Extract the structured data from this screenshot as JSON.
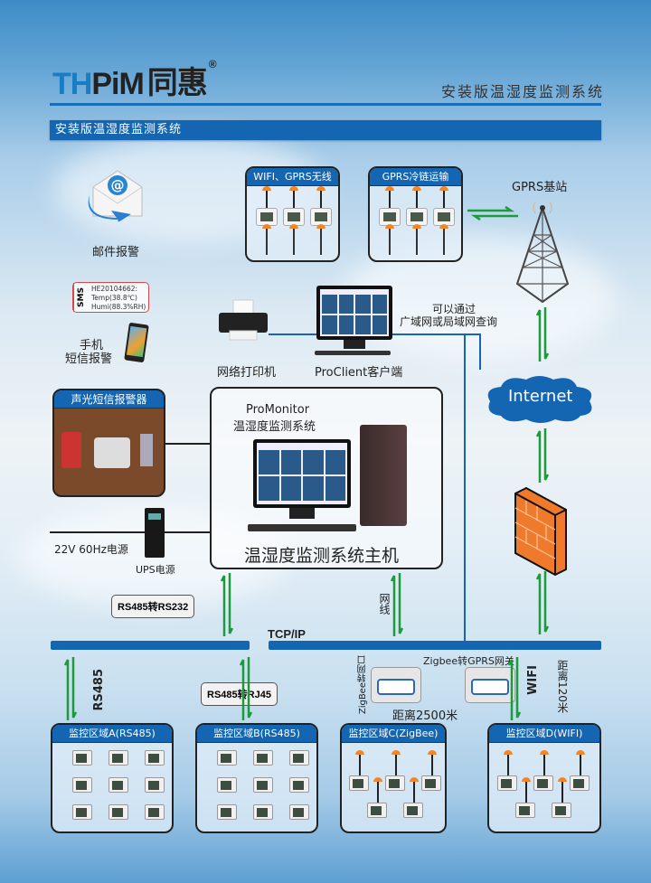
{
  "header": {
    "logo_latin_1": "TH",
    "logo_latin_2": "PiM",
    "logo_cn": "同惠",
    "registered_mark": "®",
    "subtitle": "安装版温湿度监测系统",
    "banner": "安装版温湿度监测系统"
  },
  "alerts": {
    "email_label": "邮件报警",
    "sms_tag": "SMS",
    "sms_lines": [
      "HE20104662:",
      "Temp(38.8℃)",
      "Humi(88.3%RH)"
    ],
    "phone_label_1": "手机",
    "phone_label_2": "短信报警",
    "alarm_box_title": "声光短信报警器"
  },
  "wireless": {
    "wifi_gprs_title": "WIFI、GPRS无线",
    "cold_chain_title": "GPRS冷链运输",
    "gprs_station": "GPRS基站"
  },
  "client": {
    "printer_label": "网络打印机",
    "proclient_label": "ProClient客户端",
    "wan_note_1": "可以通过",
    "wan_note_2": "广域网或局域网查询"
  },
  "host": {
    "software_name": "ProMonitor",
    "software_desc": "温湿度监测系统",
    "host_label": "温湿度监测系统主机",
    "power_label": "22V  60Hz电源",
    "ups_label": "UPS电源"
  },
  "network": {
    "internet": "Internet",
    "firewall_icon": "firewall",
    "rs485_rs232": "RS485转RS232",
    "tcpip": "TCP/IP",
    "cable": "网线",
    "rs485": "RS485",
    "rs485_rj45": "RS485转RJ45",
    "zigbee_eth": "ZigBee转网口",
    "zigbee_gprs": "Zigbee转GPRS网关",
    "zigbee_distance": "距离2500米",
    "wifi": "WIFI",
    "wifi_distance": "距离120米"
  },
  "zones": [
    {
      "title": "监控区域A(RS485)",
      "devices": 9
    },
    {
      "title": "监控区域B(RS485)",
      "devices": 9
    },
    {
      "title": "监控区域C(ZigBee)",
      "devices": 5
    },
    {
      "title": "监控区域D(WIFI)",
      "devices": 5
    }
  ],
  "colors": {
    "brand_blue": "#1466b3",
    "arrow_green": "#1c9a3c",
    "firewall_orange": "#f07a2c"
  }
}
